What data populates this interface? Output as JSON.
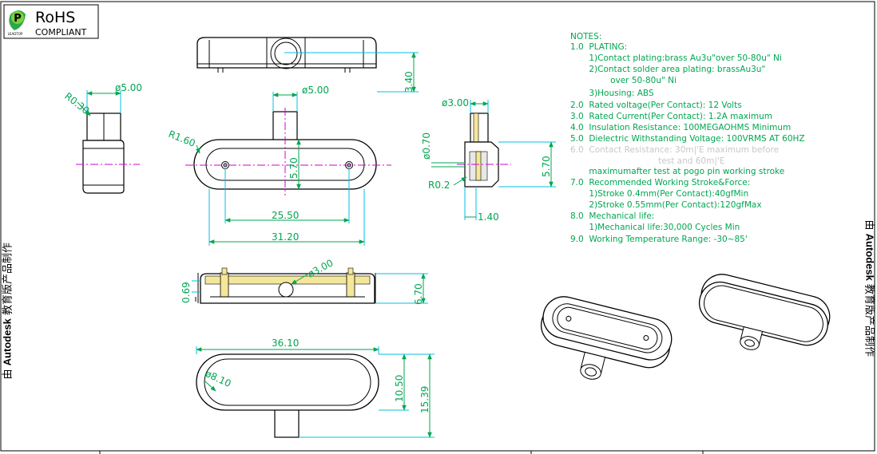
{
  "logo": {
    "rohs": "RoHS",
    "compliant": "COMPLIANT",
    "brand": "LEADTOP"
  },
  "watermark": {
    "prefix": "由",
    "brand": "Autodesk",
    "suffix": "教育版产品制作"
  },
  "dimensions": {
    "top_height": "3.40",
    "side_dia": "ø5.00",
    "side_radius": "R0.30",
    "front_dia": "ø5.00",
    "front_radius": "R1.60",
    "front_height": "5.70",
    "front_pitch": "25.50",
    "front_width": "31.20",
    "rs_dia": "ø3.00",
    "rs_pin_dia": "ø0.70",
    "rs_radius": "R0.2",
    "rs_height": "5.70",
    "rs_width": "1.40",
    "sec_left": "0.69",
    "sec_dia": "ø3.00",
    "sec_height": "6.70",
    "bot_width": "36.10",
    "bot_radius": "ø8.10",
    "bot_h1": "10.50",
    "bot_h2": "15.39"
  },
  "notes": {
    "header": "NOTES:",
    "lines": [
      "1.0  PLATING:",
      "       1)Contact plating:brass Au3u\"over 50-80u\" Ni",
      "       2)Contact solder area plating: brassAu3u\"",
      "               over 50-80u\" Ni",
      "       3)Housing: ABS",
      "2.0  Rated voltage(Per Contact): 12 Volts",
      "3.0  Rated Current(Per Contact): 1.2A maximum",
      "4.0  Insulation Resistance: 100MEGAOHMS Minimum",
      "5.0  Dielectric Withstanding Voltage: 100VRMS AT 60HZ",
      "6.0  Contact Resistance: 30m|'E maximum before",
      "                                 test and 60m|'E",
      "       maximumafter test at pogo pin working stroke",
      "7.0  Recommended Working Stroke&Force:",
      "       1)Stroke 0.4mm(Per Contact):40gfMin",
      "       2)Stroke 0.55mm(Per Contact):120gfMax",
      "8.0  Mechanical life:",
      "       1)Mechanical life:30,000 Cycles Min",
      "9.0  Working Temperature Range: -30~85'"
    ]
  }
}
